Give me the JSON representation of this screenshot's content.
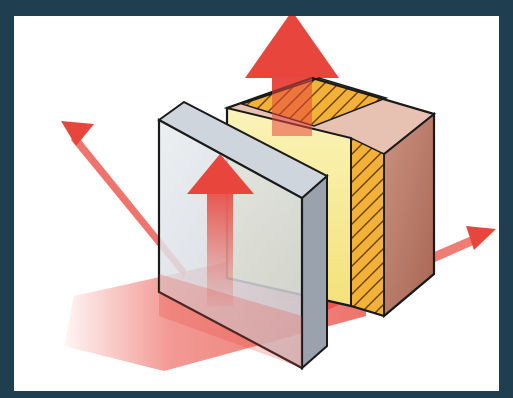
{
  "diagram": {
    "colors": {
      "frame": "#1f3f51",
      "background": "#ffffff",
      "arrow": "#e8463c",
      "glass_face": "#d9dde3",
      "insulation": "#f2b23a",
      "wall_front": "#f6e88f",
      "brick": "#b97b66"
    },
    "elements": [
      {
        "name": "incident-heat-beam",
        "icon": "wide-red-arrow"
      },
      {
        "name": "reflected-ray",
        "icon": "up-left-arrow"
      },
      {
        "name": "transmitted-ray",
        "icon": "right-arrow"
      },
      {
        "name": "radiated-heat-glass",
        "icon": "up-arrow"
      },
      {
        "name": "radiated-heat-wall",
        "icon": "up-arrow"
      },
      {
        "name": "glass-pane",
        "icon": "transparent-slab"
      },
      {
        "name": "insulated-wall-block",
        "icon": "layered-block"
      }
    ]
  }
}
